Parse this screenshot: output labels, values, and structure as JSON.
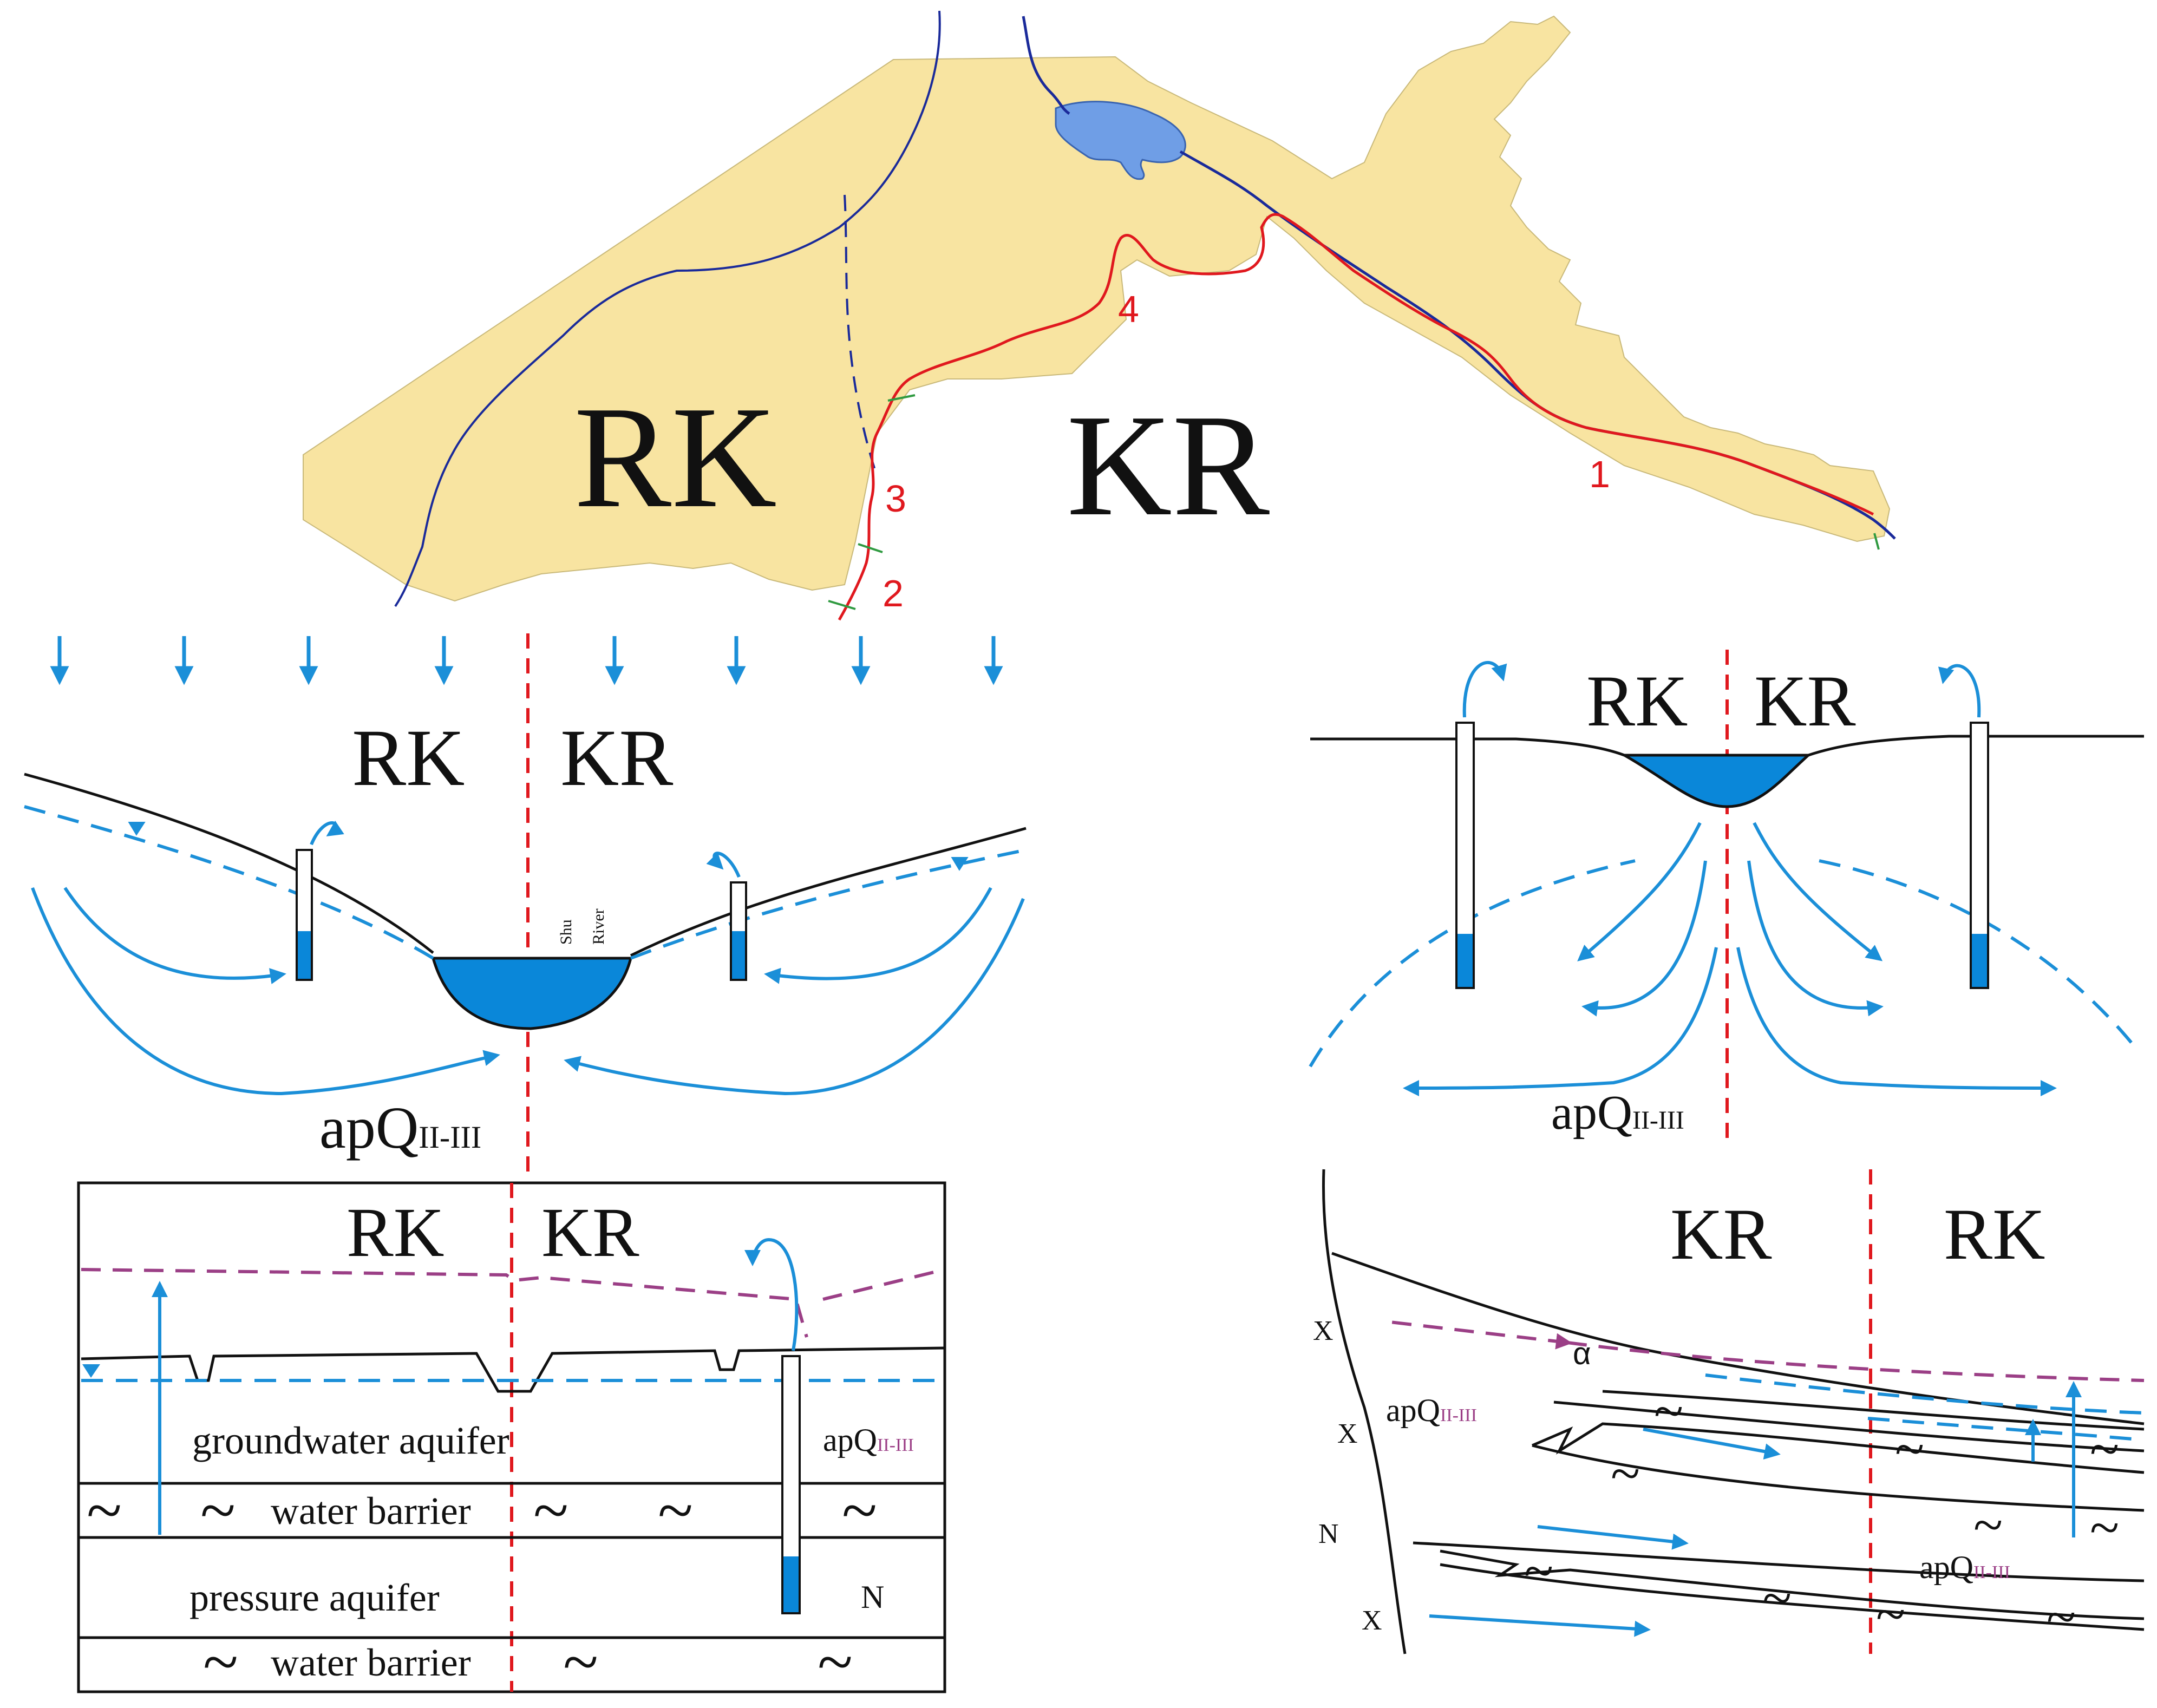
{
  "colors": {
    "land": "#f8e4a1",
    "river": "#1a2a9a",
    "border": "#e0181e",
    "water": "#0a87d9",
    "flow": "#1b8fd8",
    "lake": "#6f9ee6",
    "pressure_level": "#9b3f86",
    "ink": "#111111",
    "tick": "#2f9a40"
  },
  "map": {
    "label_rk": "RK",
    "label_kr": "KR",
    "segments": [
      "1",
      "2",
      "3",
      "4"
    ]
  },
  "section_a": {
    "label_rk": "RK",
    "label_kr": "KR",
    "river_line1": "Shu",
    "river_line2": "River",
    "formation": "apQ",
    "formation_sub": "II-III"
  },
  "section_b": {
    "label_rk": "RK",
    "label_kr": "KR",
    "formation": "apQ",
    "formation_sub": "II-III"
  },
  "section_c": {
    "label_rk": "RK",
    "label_kr": "KR",
    "layers": [
      "groundwater aquifer",
      "water barrier",
      "pressure aquifer",
      "water barrier"
    ],
    "formation": "apQ",
    "formation_sub": "II-III",
    "formation_n": "N",
    "tilde": "~"
  },
  "section_d": {
    "label_kr": "KR",
    "label_rk": "RK",
    "fault_labels": [
      "X",
      "X",
      "N",
      "X"
    ],
    "alpha": "α",
    "formation": "apQ",
    "formation_sub": "II-III",
    "tilde": "~"
  }
}
